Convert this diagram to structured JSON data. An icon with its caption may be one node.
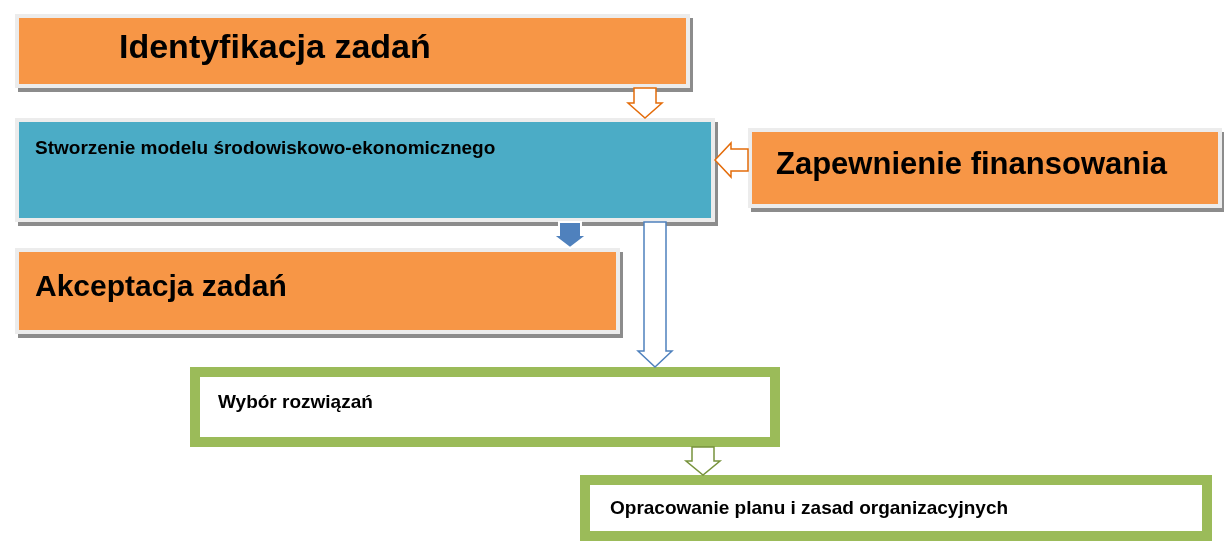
{
  "diagram": {
    "nodes": [
      {
        "text": [
          "Identyfikacja zadań"
        ]
      },
      {
        "text": [
          "Stworzenie modelu środowiskowo-ekonomicznego"
        ]
      },
      {
        "text": [
          "Zapewnienie finansowania"
        ]
      },
      {
        "text": [
          "Akceptacja zadań"
        ]
      },
      {
        "text": [
          "Wybór rozwiązań"
        ]
      },
      {
        "text": [
          "Opracowanie planu i zasad organizacyjnych"
        ]
      }
    ],
    "edges": [
      {
        "from": 0,
        "to": 1,
        "arrow": "to",
        "color": "#e46c0a"
      },
      {
        "from": 2,
        "to": 1,
        "arrow": "to",
        "color": "#e46c0a"
      },
      {
        "from": 1,
        "to": 3,
        "arrow": "to",
        "style": "thick",
        "color": "#4f81bd"
      },
      {
        "from": 1,
        "to": 4,
        "arrow": "to",
        "color": "#4f81bd"
      },
      {
        "from": 4,
        "to": 5,
        "arrow": "to",
        "color": "#77933c"
      }
    ]
  }
}
